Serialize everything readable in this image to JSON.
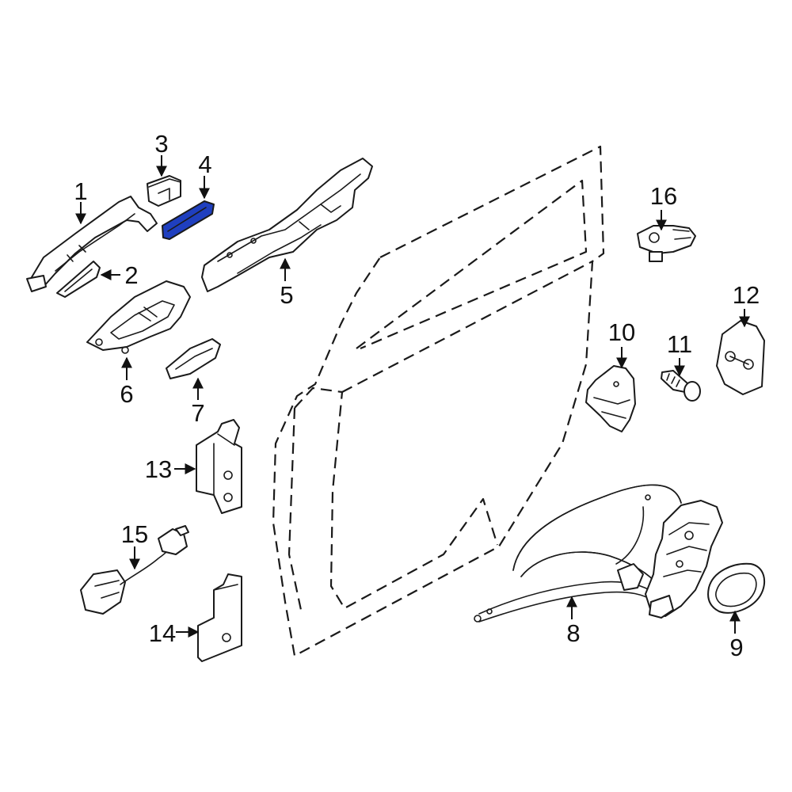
{
  "diagram": {
    "highlight_color": "#1f3fbf",
    "highlighted_callout": "4",
    "callouts": [
      {
        "id": "c1",
        "label": "1"
      },
      {
        "id": "c2",
        "label": "2"
      },
      {
        "id": "c3",
        "label": "3"
      },
      {
        "id": "c4",
        "label": "4"
      },
      {
        "id": "c5",
        "label": "5"
      },
      {
        "id": "c6",
        "label": "6"
      },
      {
        "id": "c7",
        "label": "7"
      },
      {
        "id": "c8",
        "label": "8"
      },
      {
        "id": "c9",
        "label": "9"
      },
      {
        "id": "c10",
        "label": "10"
      },
      {
        "id": "c11",
        "label": "11"
      },
      {
        "id": "c12",
        "label": "12"
      },
      {
        "id": "c13",
        "label": "13"
      },
      {
        "id": "c14",
        "label": "14"
      },
      {
        "id": "c15",
        "label": "15"
      },
      {
        "id": "c16",
        "label": "16"
      }
    ]
  }
}
